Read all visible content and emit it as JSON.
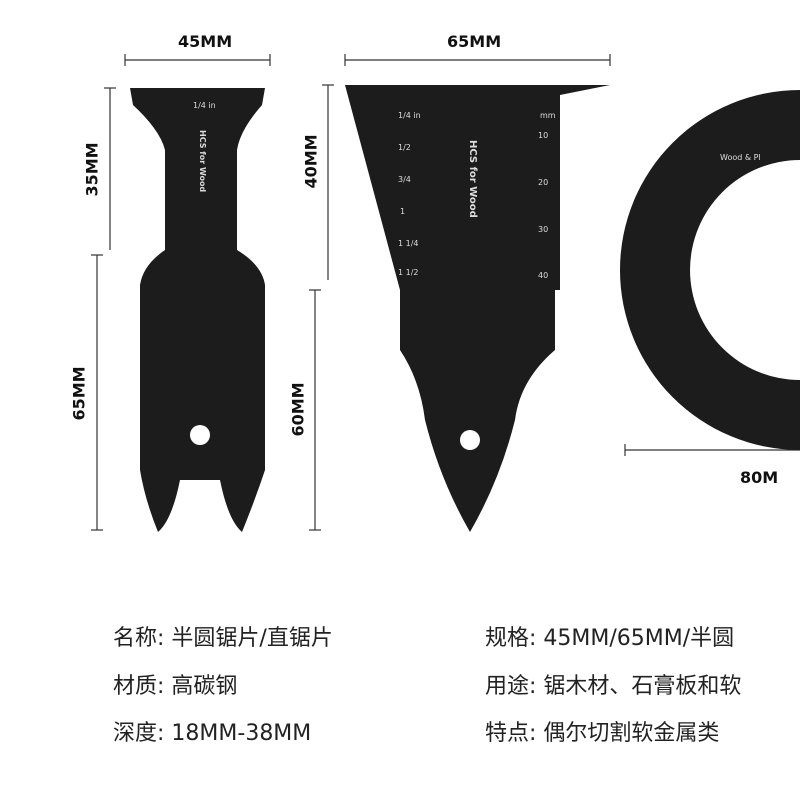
{
  "dimensions": {
    "blade1_width": "45MM",
    "blade2_width": "65MM",
    "blade1_teeth_height": "35MM",
    "blade1_body_height": "65MM",
    "blade2_teeth_height": "40MM",
    "blade2_body_height": "60MM",
    "round_blade_width": "80M"
  },
  "blade_markings": {
    "brand": "HCS for Wood",
    "round_brand": "Wood & Pl",
    "inch_unit": "1/4 in",
    "mm_unit": "mm",
    "inch_ticks": [
      "1/2",
      "3/4",
      "1",
      "1 1/4",
      "1 1/2"
    ],
    "mm_ticks": [
      "10",
      "20",
      "30",
      "40"
    ]
  },
  "specs": {
    "left": [
      {
        "label": "名称:",
        "value": "半圆锯片/直锯片"
      },
      {
        "label": "材质:",
        "value": "高碳钢"
      },
      {
        "label": "深度:",
        "value": "18MM-38MM"
      }
    ],
    "right": [
      {
        "label": "规格:",
        "value": "45MM/65MM/半圆"
      },
      {
        "label": "用途:",
        "value": "锯木材、石膏板和软"
      },
      {
        "label": "特点:",
        "value": "偶尔切割软金属类"
      }
    ]
  },
  "colors": {
    "blade": "#1c1c1c",
    "text": "#222222"
  }
}
